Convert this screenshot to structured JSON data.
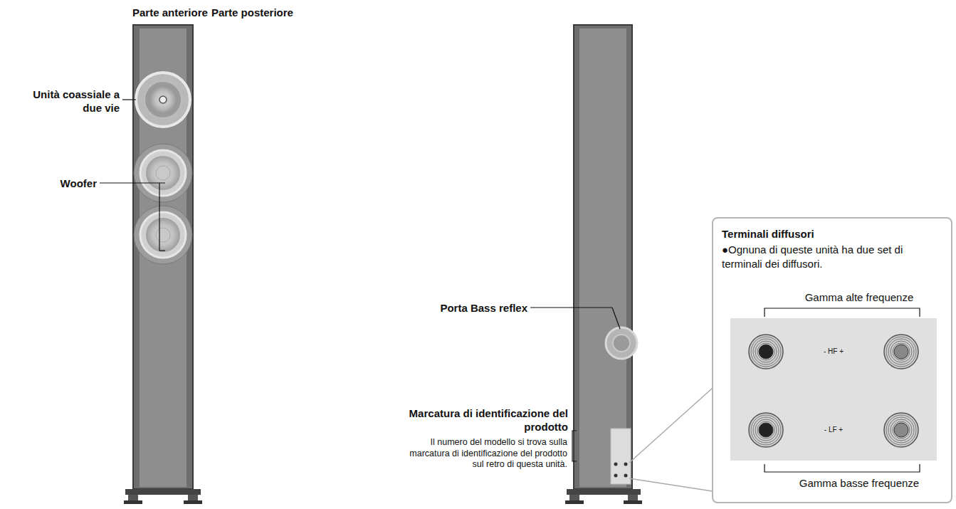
{
  "diagram": {
    "nodes": [
      {
        "text": [
          "Terminali diffusori",
          "●Ognuna di queste unità ha due set di terminali dei diffusori.",
          "Gamma alte frequenze",
          "Gamma basse frequenze"
        ]
      },
      {
        "text": [
          "- HF +",
          "- LF +"
        ],
        "in": 0
      }
    ],
    "edges": [],
    "labels": [
      "Parte anteriore",
      "Parte posteriore",
      "Unità coassiale a due vie",
      "Woofer",
      "Porta Bass reflex",
      "Marcatura di identificazione del prodotto",
      "Il numero del modello si trova sulla marcatura di identificazione del prodotto sul retro di questa unità."
    ]
  }
}
